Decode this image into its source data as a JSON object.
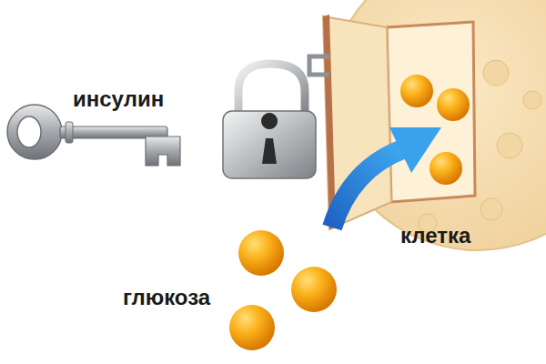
{
  "diagram": {
    "labels": [
      "инсулин",
      "глюкоза",
      "клетка"
    ]
  }
}
